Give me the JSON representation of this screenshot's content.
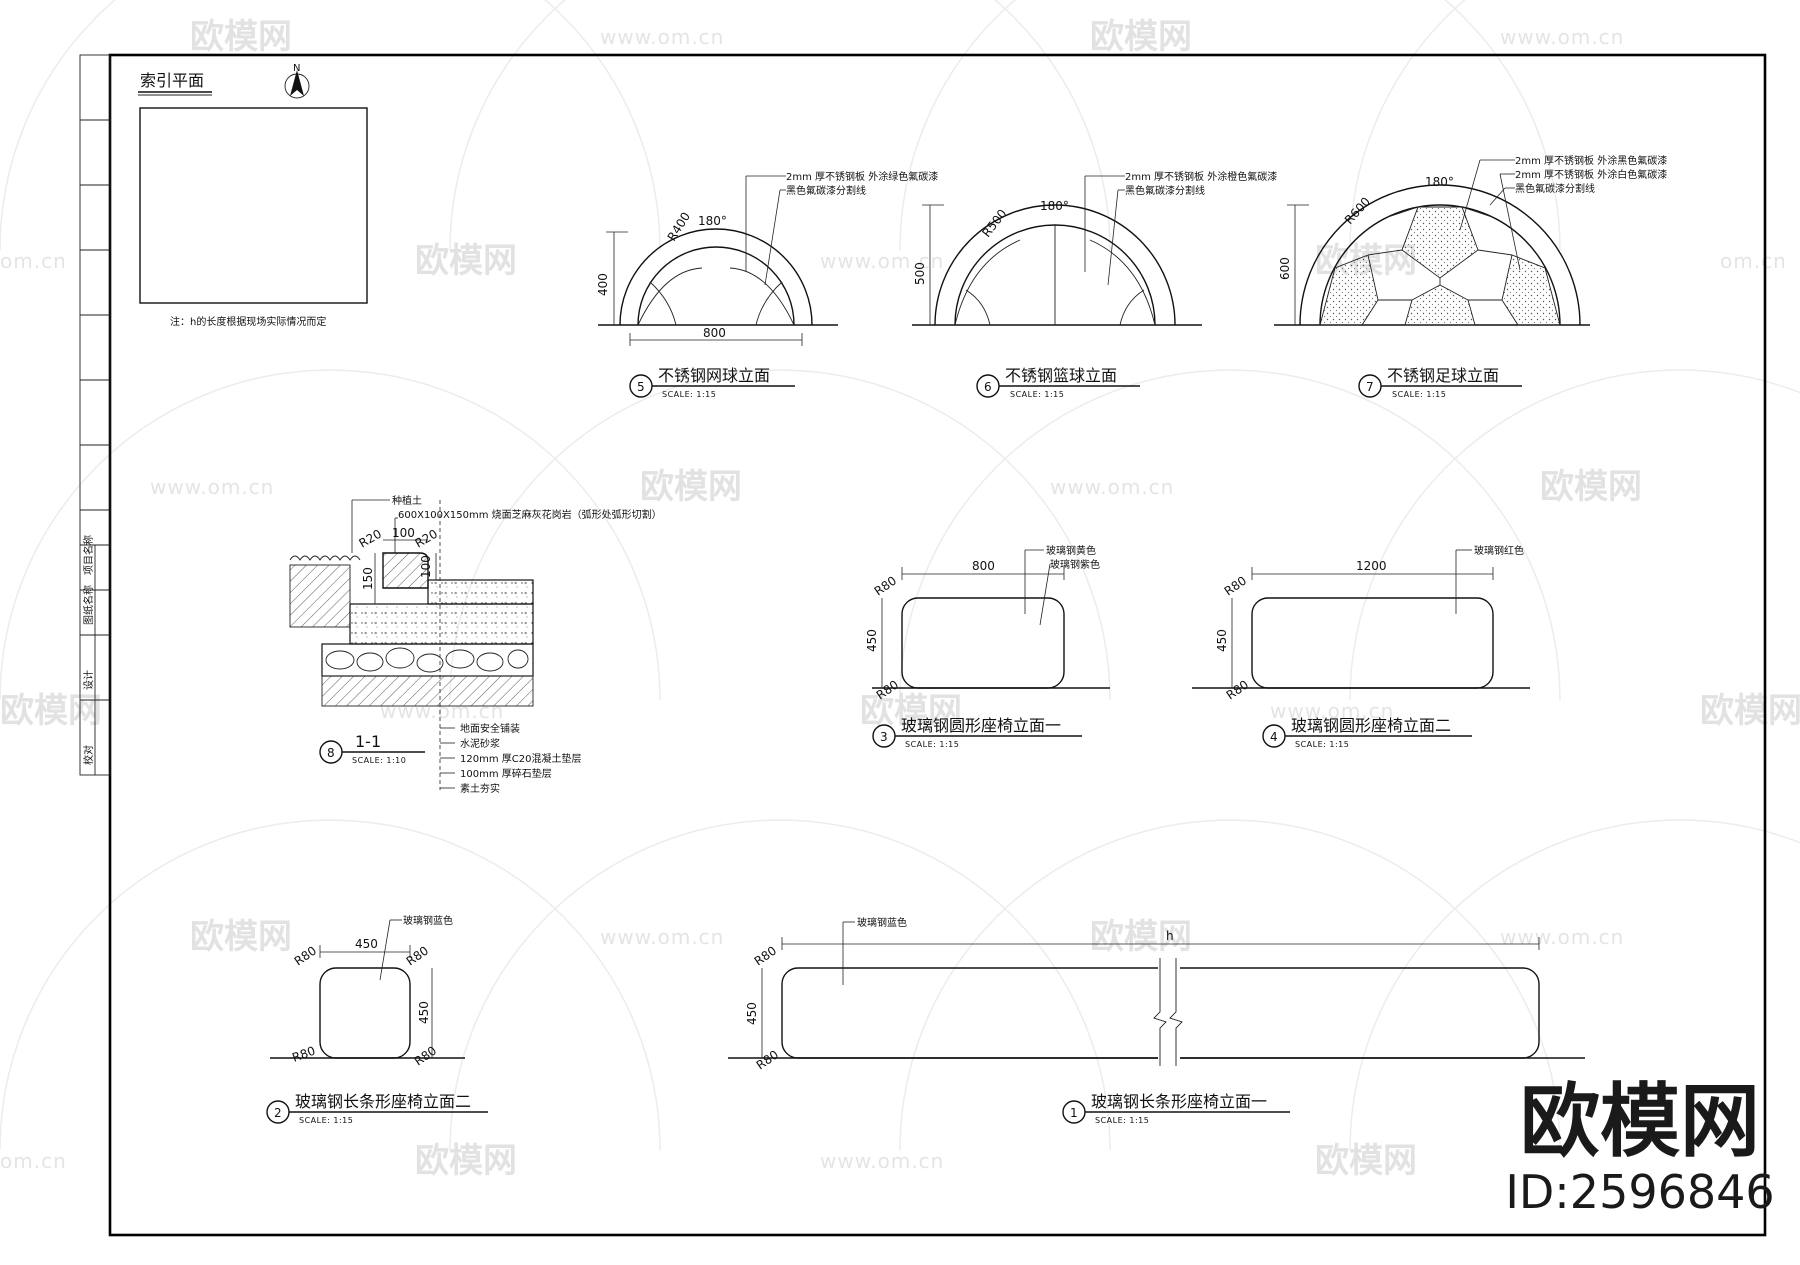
{
  "watermark": {
    "name": "欧模网",
    "url": "www.om.cn",
    "url_short": "om.cn",
    "id_label": "ID:2596846"
  },
  "index_plan": {
    "title": "索引平面",
    "north": "N",
    "note": "注：h的长度根据现场实际情况而定"
  },
  "drawings": {
    "d5": {
      "num": "5",
      "title": "不锈钢网球立面",
      "scale": "SCALE:   1:15",
      "radius": "R400",
      "angle": "180°",
      "height": "400",
      "width": "800",
      "callout1": "2mm 厚不锈钢板  外涂绿色氟碳漆",
      "callout2": "黑色氟碳漆分割线"
    },
    "d6": {
      "num": "6",
      "title": "不锈钢篮球立面",
      "scale": "SCALE:   1:15",
      "radius": "R500",
      "angle": "180°",
      "height": "500",
      "callout1": "2mm 厚不锈钢板  外涂橙色氟碳漆",
      "callout2": "黑色氟碳漆分割线"
    },
    "d7": {
      "num": "7",
      "title": "不锈钢足球立面",
      "scale": "SCALE:   1:15",
      "radius": "R600",
      "angle": "180°",
      "height": "600",
      "callout1": "2mm 厚不锈钢板  外涂黑色氟碳漆",
      "callout2": "2mm 厚不锈钢板  外涂白色氟碳漆",
      "callout3": "黑色氟碳漆分割线"
    },
    "d8": {
      "num": "8",
      "title": "1-1",
      "scale": "SCALE:   1:10",
      "top1": "种植土",
      "top2": "600X100X150mm 烧面芝麻灰花岗岩（弧形处弧形切割）",
      "r1": "R20",
      "r2": "R20",
      "w": "100",
      "h1": "150",
      "h2": "100",
      "layers": [
        "地面安全铺装",
        "水泥砂浆",
        "120mm 厚C20混凝土垫层",
        "100mm 厚碎石垫层",
        "素土夯实"
      ]
    },
    "d3": {
      "num": "3",
      "title": "玻璃钢圆形座椅立面一",
      "scale": "SCALE:   1:15",
      "width": "800",
      "height": "450",
      "r_top": "R80",
      "r_bot": "R80",
      "callout1": "玻璃钢黄色",
      "callout2": "玻璃钢紫色"
    },
    "d4": {
      "num": "4",
      "title": "玻璃钢圆形座椅立面二",
      "scale": "SCALE:   1:15",
      "width": "1200",
      "height": "450",
      "r_top": "R80",
      "r_bot": "R80",
      "callout1": "玻璃钢红色"
    },
    "d2": {
      "num": "2",
      "title": "玻璃钢长条形座椅立面二",
      "scale": "SCALE:   1:15",
      "width": "450",
      "height": "450",
      "r1": "R80",
      "r2": "R80",
      "r3": "R80",
      "r4": "R80",
      "callout1": "玻璃钢蓝色"
    },
    "d1": {
      "num": "1",
      "title": "玻璃钢长条形座椅立面一",
      "scale": "SCALE:   1:15",
      "length": "h",
      "height": "450",
      "r_top": "R80",
      "r_bot": "R80",
      "callout1": "玻璃钢蓝色"
    }
  },
  "title_block": {
    "cells": [
      "项目名称",
      "图纸名称",
      "设计",
      "校对"
    ]
  }
}
